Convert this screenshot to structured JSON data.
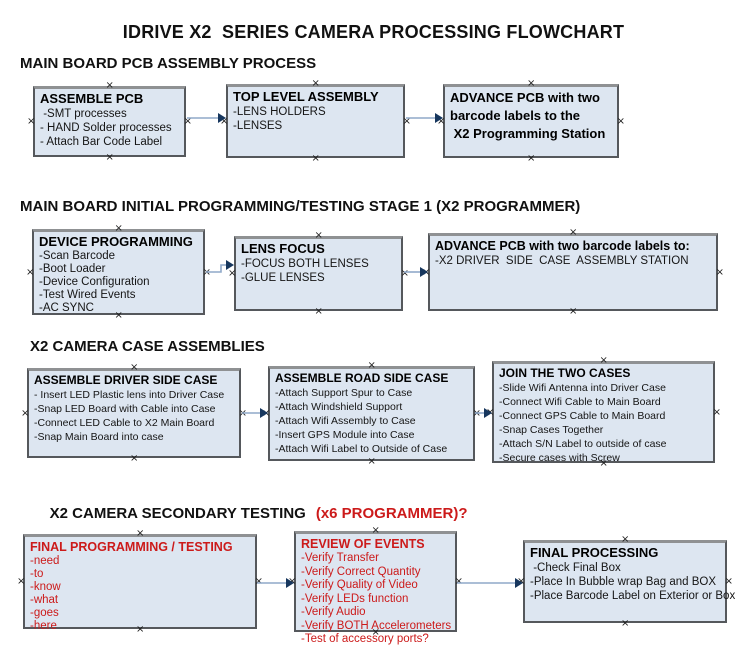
{
  "glyphs": {
    "handle": "×"
  },
  "colors": {
    "box_fill": "#dde6f1",
    "box_border": "#55585c",
    "box_border_top": "#8f9193",
    "arrow_line": "#8fa9c9",
    "arrow_head": "#17375e",
    "red_text": "#cc1a1a",
    "black_text": "#000000",
    "background": "#ffffff"
  },
  "title": "IDRIVE X2  SERIES CAMERA PROCESSING FLOWCHART",
  "sections": [
    {
      "heading": "MAIN BOARD PCB ASSEMBLY PROCESS",
      "boxes": [
        {
          "title": "ASSEMBLE PCB",
          "items": [
            " -SMT processes",
            "- HAND Solder processes",
            "- Attach Bar Code Label"
          ]
        },
        {
          "title": "TOP LEVEL ASSEMBLY",
          "items": [
            "-LENS HOLDERS",
            "-LENSES"
          ]
        },
        {
          "title": "",
          "items": [
            "ADVANCE PCB with two",
            "barcode labels to the",
            " X2 Programming Station"
          ]
        }
      ]
    },
    {
      "heading": "MAIN BOARD INITIAL PROGRAMMING/TESTING STAGE 1 (X2 PROGRAMMER)",
      "boxes": [
        {
          "title": "DEVICE PROGRAMMING",
          "items": [
            "-Scan Barcode",
            "-Boot Loader",
            "-Device Configuration",
            "-Test Wired Events",
            "-AC SYNC"
          ]
        },
        {
          "title": "LENS FOCUS",
          "items": [
            "-FOCUS BOTH LENSES",
            "-GLUE LENSES"
          ]
        },
        {
          "title": "ADVANCE PCB with two barcode labels to:",
          "items": [
            "-X2 DRIVER  SIDE  CASE  ASSEMBLY STATION"
          ]
        }
      ]
    },
    {
      "heading": "X2 CAMERA CASE ASSEMBLIES",
      "boxes": [
        {
          "title": "ASSEMBLE DRIVER SIDE CASE",
          "items": [
            "- Insert LED Plastic lens into Driver Case",
            "-Snap LED Board with Cable into Case",
            "-Connect LED Cable to X2 Main Board",
            "-Snap Main Board into case"
          ]
        },
        {
          "title": "ASSEMBLE ROAD SIDE CASE",
          "items": [
            "-Attach Support Spur to Case",
            "-Attach Windshield Support",
            "-Attach Wifi Assembly to Case",
            "-Insert GPS Module into Case",
            "-Attach Wifi Label to Outside of Case"
          ]
        },
        {
          "title": "JOIN THE TWO CASES",
          "items": [
            "-Slide Wifi Antenna into Driver Case",
            "-Connect Wifi Cable to Main Board",
            "-Connect GPS Cable to Main Board",
            "-Snap Cases Together",
            "-Attach S/N Label to outside of case",
            "-Secure cases with Screw"
          ]
        }
      ]
    },
    {
      "heading": "X2 CAMERA SECONDARY TESTING",
      "heading_suffix": "(x6 PROGRAMMER)?",
      "boxes": [
        {
          "title": "FINAL PROGRAMMING / TESTING",
          "items": [
            "-need",
            "-to",
            "-know",
            "-what",
            "-goes",
            "-here"
          ]
        },
        {
          "title": "REVIEW OF EVENTS",
          "items": [
            "-Verify Transfer",
            "-Verify Correct Quantity",
            "-Verify Quality of Video",
            "-Verify LEDs function",
            "-Verify Audio",
            "-Verify BOTH Accelerometers",
            "-Test of accessory ports?"
          ]
        },
        {
          "title": "FINAL PROCESSING",
          "items": [
            " -Check Final Box",
            "-Place In Bubble wrap Bag and BOX",
            "-Place Barcode Label on Exterior or Box"
          ]
        }
      ]
    }
  ]
}
